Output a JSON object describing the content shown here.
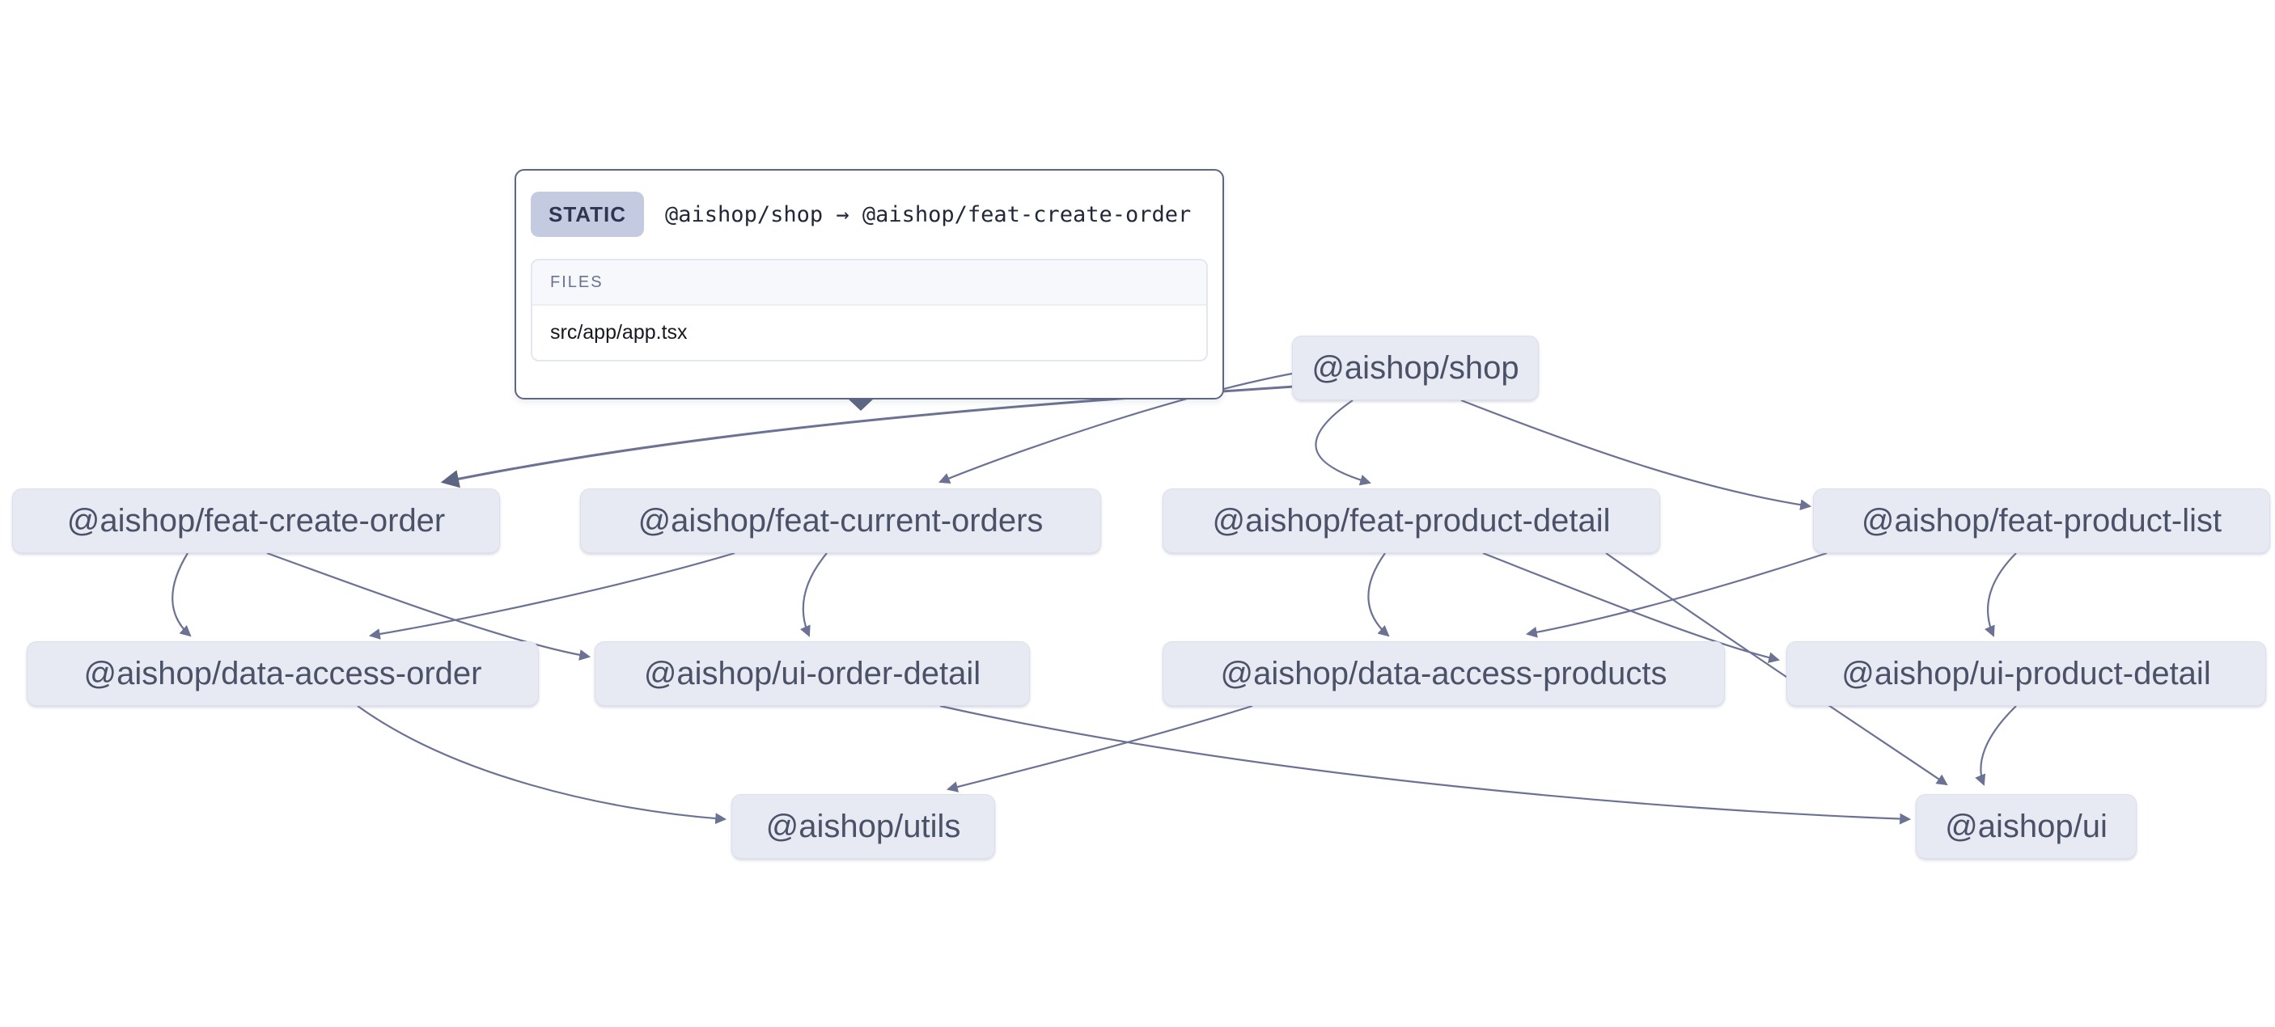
{
  "canvas": {
    "background": "#ffffff"
  },
  "colors": {
    "node_fill": "#e7eaf2",
    "node_text": "#4b5268",
    "edge": "#6b7293",
    "tooltip_border": "#5d6682",
    "badge_bg": "#c4cadf",
    "badge_text": "#2e3550",
    "files_header_bg": "#f7f8fc",
    "files_header_text": "#6a7190",
    "file_text": "#16191f"
  },
  "tooltip": {
    "type_label": "STATIC",
    "dependency": "@aishop/shop → @aishop/feat-create-order",
    "files_header": "FILES",
    "files": [
      "src/app/app.tsx"
    ]
  },
  "nodes": [
    {
      "id": "shop",
      "label": "@aishop/shop"
    },
    {
      "id": "feat-create-order",
      "label": "@aishop/feat-create-order"
    },
    {
      "id": "feat-current-orders",
      "label": "@aishop/feat-current-orders"
    },
    {
      "id": "feat-product-detail",
      "label": "@aishop/feat-product-detail"
    },
    {
      "id": "feat-product-list",
      "label": "@aishop/feat-product-list"
    },
    {
      "id": "data-access-order",
      "label": "@aishop/data-access-order"
    },
    {
      "id": "ui-order-detail",
      "label": "@aishop/ui-order-detail"
    },
    {
      "id": "data-access-products",
      "label": "@aishop/data-access-products"
    },
    {
      "id": "ui-product-detail",
      "label": "@aishop/ui-product-detail"
    },
    {
      "id": "utils",
      "label": "@aishop/utils"
    },
    {
      "id": "ui",
      "label": "@aishop/ui"
    }
  ],
  "edges": [
    {
      "source": "@aishop/shop",
      "target": "@aishop/feat-create-order",
      "type": "static",
      "hovered": true
    },
    {
      "source": "@aishop/shop",
      "target": "@aishop/feat-current-orders",
      "type": "static",
      "hovered": false
    },
    {
      "source": "@aishop/shop",
      "target": "@aishop/feat-product-detail",
      "type": "static",
      "hovered": false
    },
    {
      "source": "@aishop/shop",
      "target": "@aishop/feat-product-list",
      "type": "static",
      "hovered": false
    },
    {
      "source": "@aishop/feat-create-order",
      "target": "@aishop/data-access-order",
      "type": "static",
      "hovered": false
    },
    {
      "source": "@aishop/feat-create-order",
      "target": "@aishop/ui-order-detail",
      "type": "static",
      "hovered": false
    },
    {
      "source": "@aishop/feat-current-orders",
      "target": "@aishop/data-access-order",
      "type": "static",
      "hovered": false
    },
    {
      "source": "@aishop/feat-current-orders",
      "target": "@aishop/ui-order-detail",
      "type": "static",
      "hovered": false
    },
    {
      "source": "@aishop/feat-product-detail",
      "target": "@aishop/data-access-products",
      "type": "static",
      "hovered": false
    },
    {
      "source": "@aishop/feat-product-detail",
      "target": "@aishop/ui-product-detail",
      "type": "static",
      "hovered": false
    },
    {
      "source": "@aishop/feat-product-detail",
      "target": "@aishop/ui",
      "type": "static",
      "hovered": false
    },
    {
      "source": "@aishop/feat-product-list",
      "target": "@aishop/data-access-products",
      "type": "static",
      "hovered": false
    },
    {
      "source": "@aishop/feat-product-list",
      "target": "@aishop/ui-product-detail",
      "type": "static",
      "hovered": false
    },
    {
      "source": "@aishop/data-access-order",
      "target": "@aishop/utils",
      "type": "static",
      "hovered": false
    },
    {
      "source": "@aishop/data-access-products",
      "target": "@aishop/utils",
      "type": "static",
      "hovered": false
    },
    {
      "source": "@aishop/ui-order-detail",
      "target": "@aishop/ui",
      "type": "static",
      "hovered": false
    },
    {
      "source": "@aishop/ui-product-detail",
      "target": "@aishop/ui",
      "type": "static",
      "hovered": false
    }
  ]
}
